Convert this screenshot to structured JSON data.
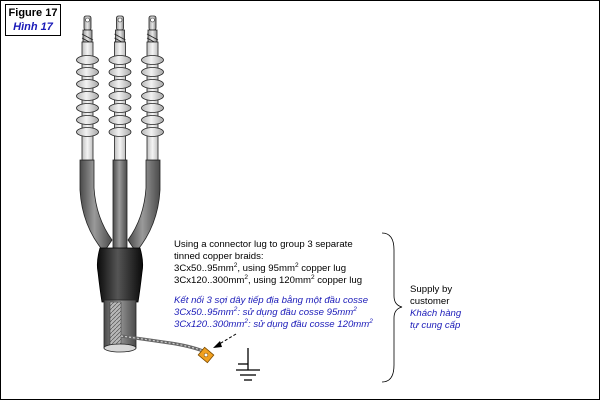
{
  "figure": {
    "label_en": "Figure 17",
    "label_vi": "Hình 17"
  },
  "note_en": {
    "line1": "Using a connector lug to group 3 separate",
    "line2": "tinned copper braids:",
    "line3": {
      "a": "3Cx50..95mm",
      "sup1": "2",
      "b": ", using 95mm",
      "sup2": "2",
      "c": " copper lug"
    },
    "line4": {
      "a": "3Cx120..300mm",
      "sup1": "2",
      "b": ", using 120mm",
      "sup2": "2",
      "c": " copper lug"
    }
  },
  "note_vi": {
    "line1": "Kết nối 3 sợi dây tiếp địa bằng một đầu cosse",
    "line2": {
      "a": "3Cx50..95mm",
      "sup1": "2",
      "b": ": sử dụng đầu cosse 95mm",
      "sup2": "2"
    },
    "line3": {
      "a": "3Cx120..300mm",
      "sup1": "2",
      "b": ": sử dụng đầu cosse 120mm",
      "sup2": "2"
    }
  },
  "supply": {
    "en_line1": "Supply by",
    "en_line2": "customer",
    "vi_line1": "Khách hàng",
    "vi_line2": "tự cung cấp"
  },
  "colors": {
    "text_blue": "#1a1ab8",
    "insulator": "#d9d9d9",
    "cable": "#707070",
    "sleeve": "#202020"
  }
}
